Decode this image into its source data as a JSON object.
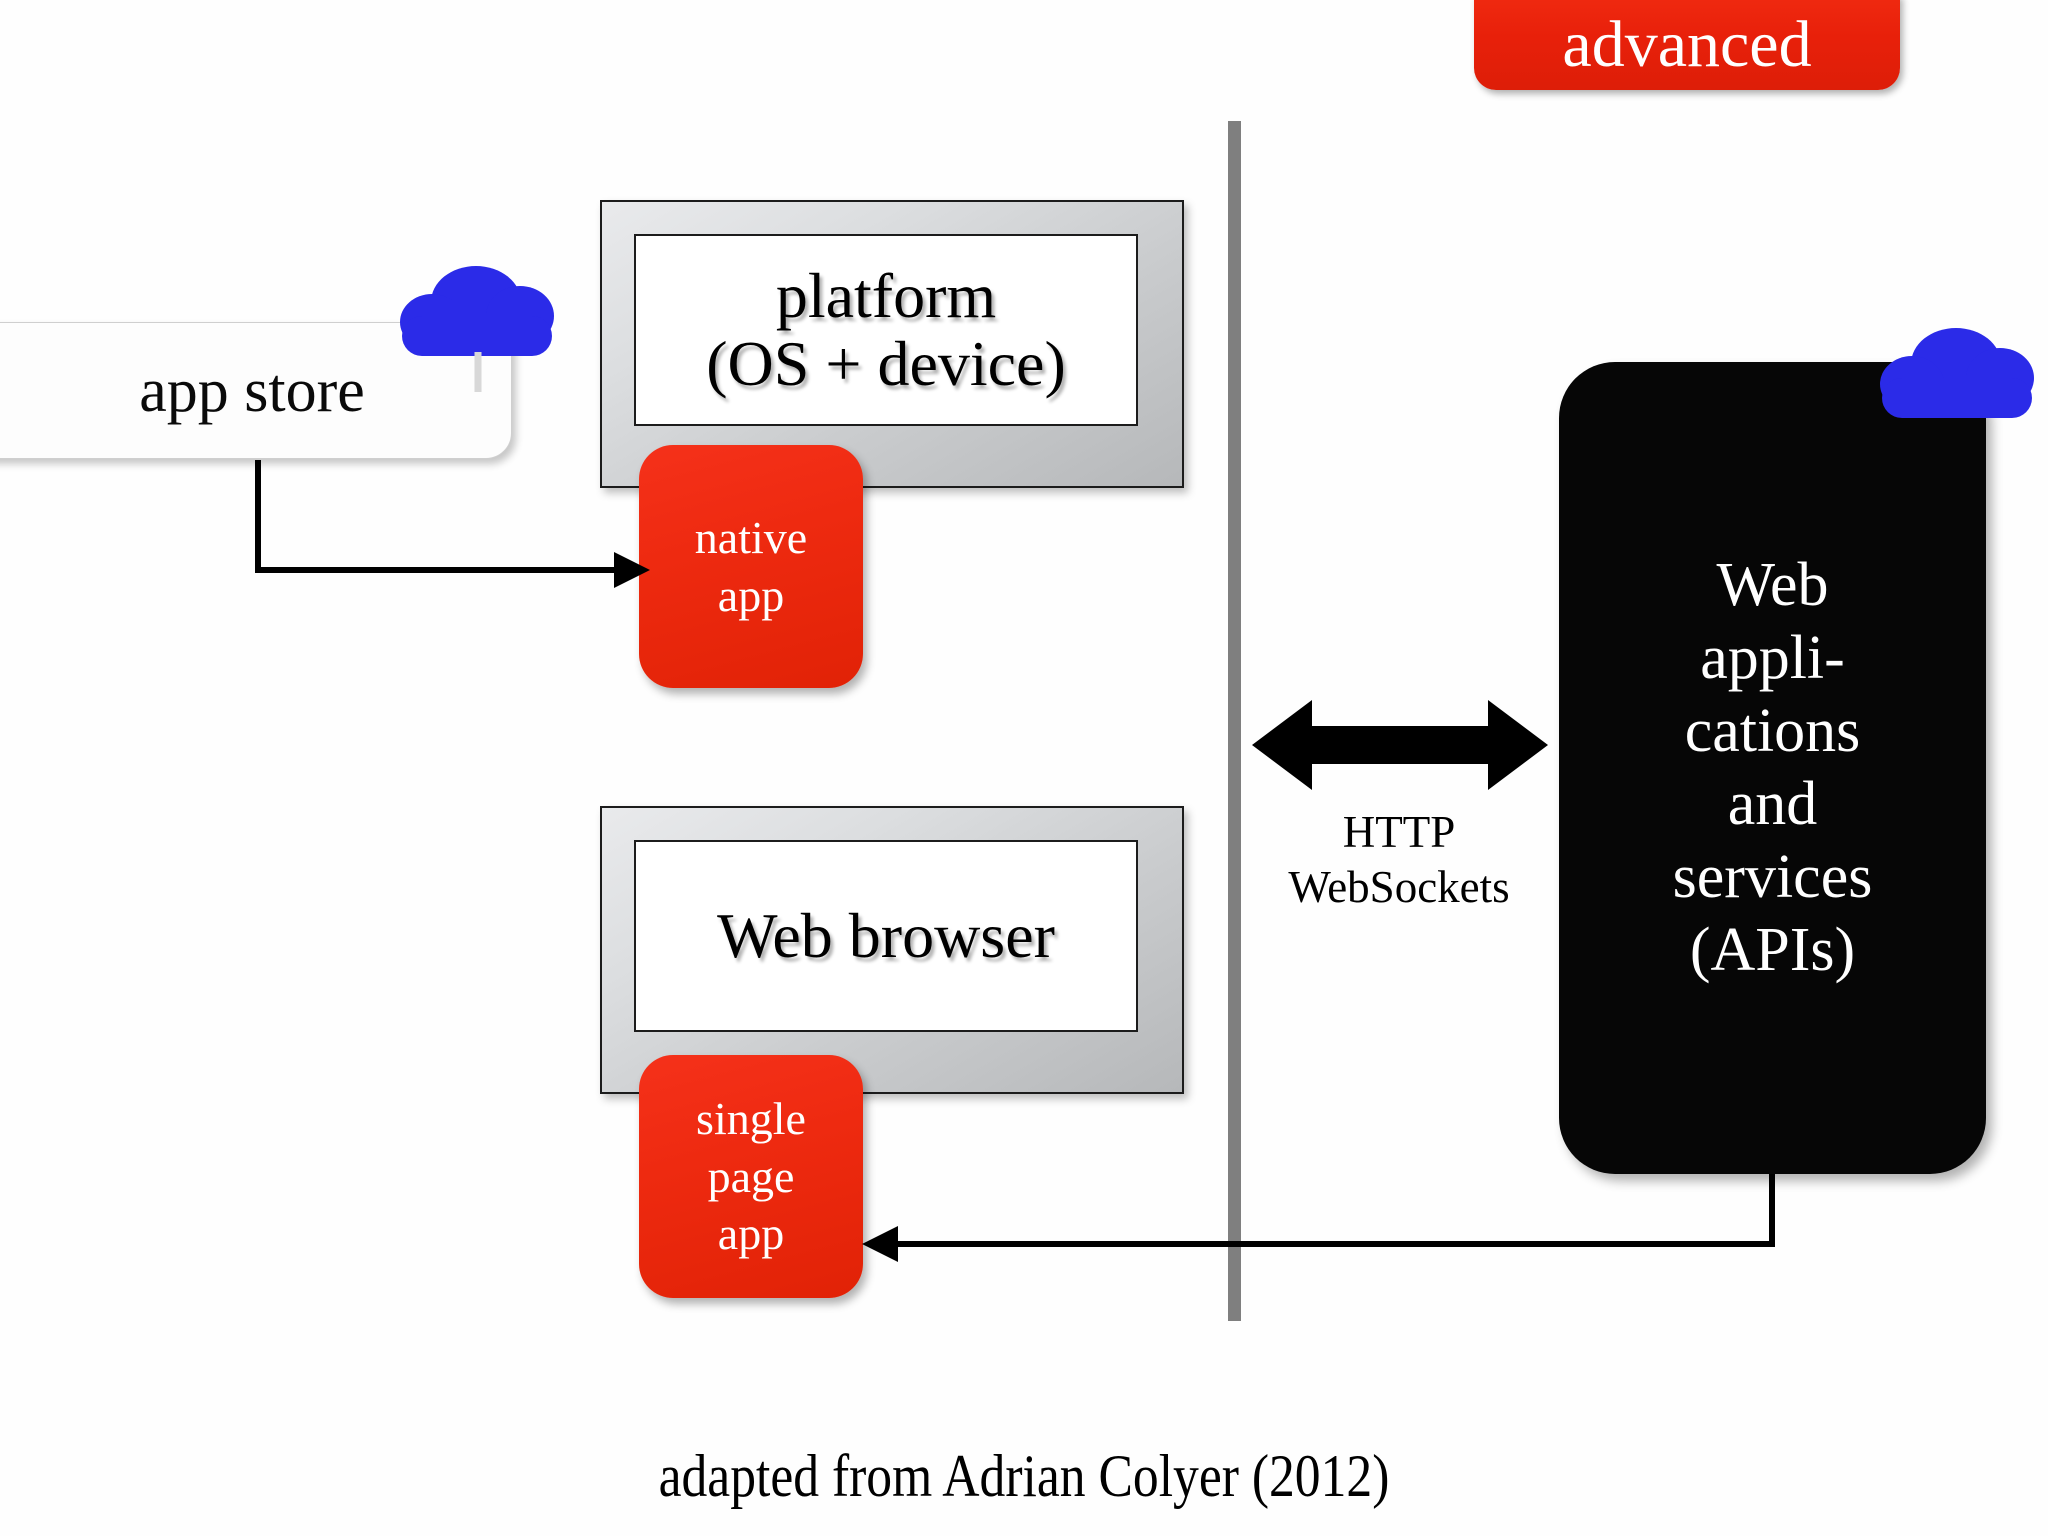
{
  "diagram": {
    "badge": {
      "label": "advanced"
    },
    "caption": "adapted from Adrian Colyer (2012)",
    "nodes": {
      "app_store": {
        "label": "app store"
      },
      "platform": {
        "line1": "platform",
        "line2": "(OS + device)"
      },
      "native_app": {
        "line1": "native",
        "line2": "app"
      },
      "web_browser": {
        "label": "Web browser"
      },
      "single_page_app": {
        "line1": "single",
        "line2": "page",
        "line3": "app"
      },
      "web_services": {
        "line1": "Web",
        "line2": "appli-",
        "line3": "cations",
        "line4": "and",
        "line5": "services",
        "line6": "(APIs)"
      }
    },
    "connectors": {
      "protocol_line1": "HTTP",
      "protocol_line2": "WebSockets"
    },
    "icons": {
      "cloud_left": "cloud-icon",
      "cloud_right": "cloud-icon",
      "bidirectional_arrow": "double-arrow-icon",
      "divider": "vertical-divider"
    },
    "colors": {
      "accent_red": "#ee2a10",
      "cloud_blue": "#2b2be8",
      "box_black": "#060606",
      "divider_gray": "#7f7f7f",
      "frame_gray": "#c9cbcd"
    }
  }
}
